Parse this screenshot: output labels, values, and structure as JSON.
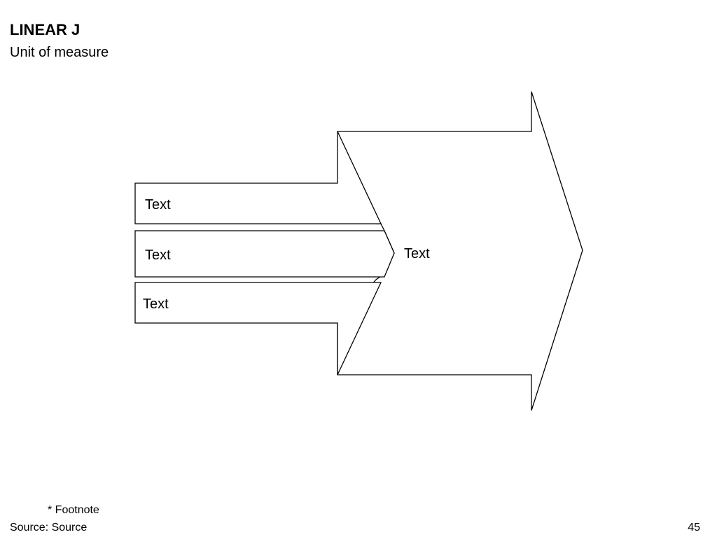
{
  "header": {
    "title": "LINEAR J",
    "subtitle": "Unit of measure"
  },
  "diagram": {
    "inputs": [
      {
        "label": "Text"
      },
      {
        "label": "Text"
      },
      {
        "label": "Text"
      }
    ],
    "output": {
      "label": "Text"
    }
  },
  "footer": {
    "footnote": "* Footnote",
    "source": "Source: Source",
    "page_number": "45"
  }
}
